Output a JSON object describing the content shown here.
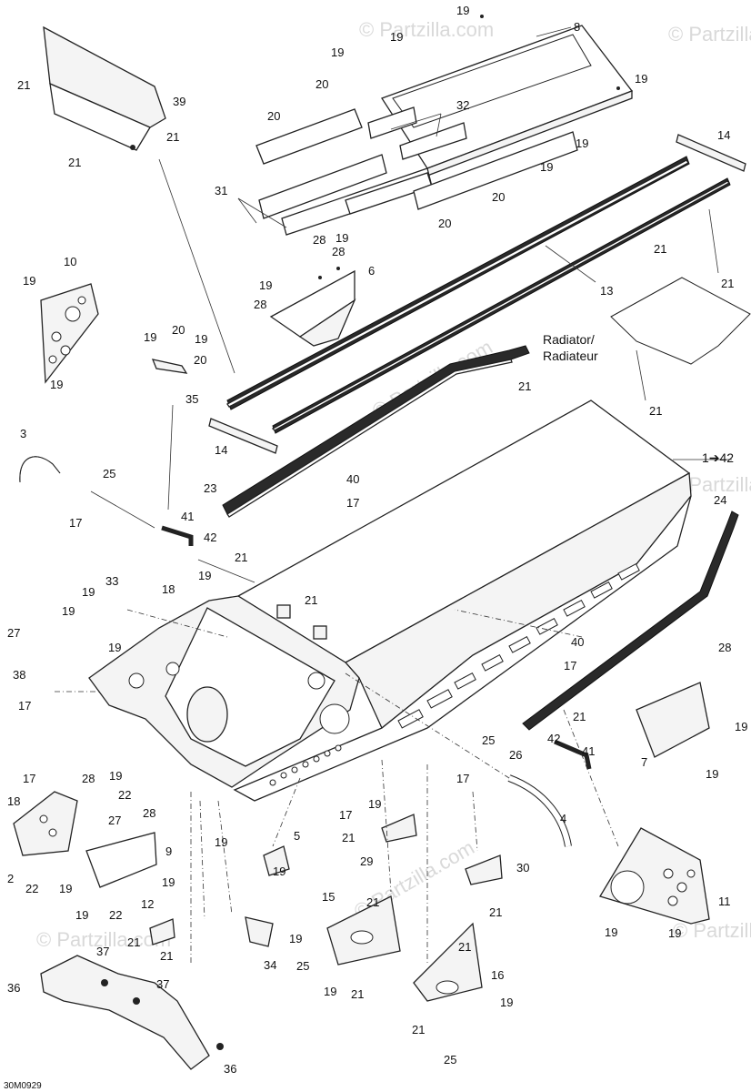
{
  "diagram_id": "30M0929",
  "watermark": "© Partzilla.com",
  "radiator_label_line1": "Radiator/",
  "radiator_label_line2": "Radiateur",
  "continuation_ref": "1➔42",
  "callouts": [
    {
      "id": "c1",
      "text": "19"
    },
    {
      "id": "c2",
      "text": "8"
    },
    {
      "id": "c3",
      "text": "19"
    },
    {
      "id": "c4",
      "text": "19"
    },
    {
      "id": "c5",
      "text": "20"
    },
    {
      "id": "c6",
      "text": "19"
    },
    {
      "id": "c7",
      "text": "32"
    },
    {
      "id": "c8",
      "text": "20"
    },
    {
      "id": "c9",
      "text": "19"
    },
    {
      "id": "c10",
      "text": "19"
    },
    {
      "id": "c11",
      "text": "20"
    },
    {
      "id": "c12",
      "text": "31"
    },
    {
      "id": "c13",
      "text": "20"
    },
    {
      "id": "c14",
      "text": "14"
    },
    {
      "id": "c15",
      "text": "28"
    },
    {
      "id": "c16",
      "text": "19"
    },
    {
      "id": "c17",
      "text": "28"
    },
    {
      "id": "c18",
      "text": "6"
    },
    {
      "id": "c19",
      "text": "19"
    },
    {
      "id": "c20",
      "text": "28"
    },
    {
      "id": "c21",
      "text": "13"
    },
    {
      "id": "c22",
      "text": "21"
    },
    {
      "id": "c23",
      "text": "21"
    },
    {
      "id": "c24",
      "text": "21"
    },
    {
      "id": "c25",
      "text": "39"
    },
    {
      "id": "c26",
      "text": "21"
    },
    {
      "id": "c27",
      "text": "21"
    },
    {
      "id": "c28",
      "text": "10"
    },
    {
      "id": "c29",
      "text": "19"
    },
    {
      "id": "c30",
      "text": "19"
    },
    {
      "id": "c31",
      "text": "20"
    },
    {
      "id": "c32",
      "text": "19"
    },
    {
      "id": "c33",
      "text": "19"
    },
    {
      "id": "c34",
      "text": "20"
    },
    {
      "id": "c35",
      "text": "35"
    },
    {
      "id": "c36",
      "text": "21"
    },
    {
      "id": "c37",
      "text": "21"
    },
    {
      "id": "c38",
      "text": "14"
    },
    {
      "id": "c39",
      "text": "3"
    },
    {
      "id": "c40",
      "text": "25"
    },
    {
      "id": "c41",
      "text": "17"
    },
    {
      "id": "c42",
      "text": "23"
    },
    {
      "id": "c43",
      "text": "40"
    },
    {
      "id": "c44",
      "text": "17"
    },
    {
      "id": "c45",
      "text": "41"
    },
    {
      "id": "c46",
      "text": "42"
    },
    {
      "id": "c47",
      "text": "24"
    },
    {
      "id": "c48",
      "text": "21"
    },
    {
      "id": "c49",
      "text": "19"
    },
    {
      "id": "c50",
      "text": "33"
    },
    {
      "id": "c51",
      "text": "18"
    },
    {
      "id": "c52",
      "text": "19"
    },
    {
      "id": "c53",
      "text": "21"
    },
    {
      "id": "c54",
      "text": "27"
    },
    {
      "id": "c55",
      "text": "19"
    },
    {
      "id": "c56",
      "text": "38"
    },
    {
      "id": "c57",
      "text": "17"
    },
    {
      "id": "c58",
      "text": "40"
    },
    {
      "id": "c59",
      "text": "17"
    },
    {
      "id": "c60",
      "text": "28"
    },
    {
      "id": "c61",
      "text": "21"
    },
    {
      "id": "c62",
      "text": "19"
    },
    {
      "id": "c63",
      "text": "19"
    },
    {
      "id": "c64",
      "text": "7"
    },
    {
      "id": "c65",
      "text": "19"
    },
    {
      "id": "c66",
      "text": "25"
    },
    {
      "id": "c67",
      "text": "26"
    },
    {
      "id": "c68",
      "text": "42"
    },
    {
      "id": "c69",
      "text": "41"
    },
    {
      "id": "c70",
      "text": "17"
    },
    {
      "id": "c71",
      "text": "28"
    },
    {
      "id": "c72",
      "text": "19"
    },
    {
      "id": "c73",
      "text": "22"
    },
    {
      "id": "c74",
      "text": "28"
    },
    {
      "id": "c75",
      "text": "17"
    },
    {
      "id": "c76",
      "text": "19"
    },
    {
      "id": "c77",
      "text": "17"
    },
    {
      "id": "c78",
      "text": "18"
    },
    {
      "id": "c79",
      "text": "27"
    },
    {
      "id": "c80",
      "text": "19"
    },
    {
      "id": "c81",
      "text": "4"
    },
    {
      "id": "c82",
      "text": "5"
    },
    {
      "id": "c83",
      "text": "21"
    },
    {
      "id": "c84",
      "text": "29"
    },
    {
      "id": "c85",
      "text": "9"
    },
    {
      "id": "c86",
      "text": "2"
    },
    {
      "id": "c87",
      "text": "22"
    },
    {
      "id": "c88",
      "text": "19"
    },
    {
      "id": "c89",
      "text": "19"
    },
    {
      "id": "c90",
      "text": "30"
    },
    {
      "id": "c91",
      "text": "19"
    },
    {
      "id": "c92",
      "text": "22"
    },
    {
      "id": "c93",
      "text": "21"
    },
    {
      "id": "c94",
      "text": "12"
    },
    {
      "id": "c95",
      "text": "11"
    },
    {
      "id": "c96",
      "text": "15"
    },
    {
      "id": "c97",
      "text": "21"
    },
    {
      "id": "c98",
      "text": "21"
    },
    {
      "id": "c99",
      "text": "21"
    },
    {
      "id": "c100",
      "text": "19"
    },
    {
      "id": "c101",
      "text": "25"
    },
    {
      "id": "c102",
      "text": "34"
    },
    {
      "id": "c103",
      "text": "19"
    },
    {
      "id": "c104",
      "text": "19"
    },
    {
      "id": "c105",
      "text": "19"
    },
    {
      "id": "c106",
      "text": "37"
    },
    {
      "id": "c107",
      "text": "21"
    },
    {
      "id": "c108",
      "text": "16"
    },
    {
      "id": "c109",
      "text": "36"
    },
    {
      "id": "c110",
      "text": "37"
    },
    {
      "id": "c111",
      "text": "19"
    },
    {
      "id": "c112",
      "text": "21"
    },
    {
      "id": "c113",
      "text": "19"
    },
    {
      "id": "c114",
      "text": "21"
    },
    {
      "id": "c115",
      "text": "25"
    },
    {
      "id": "c116",
      "text": "36"
    }
  ]
}
